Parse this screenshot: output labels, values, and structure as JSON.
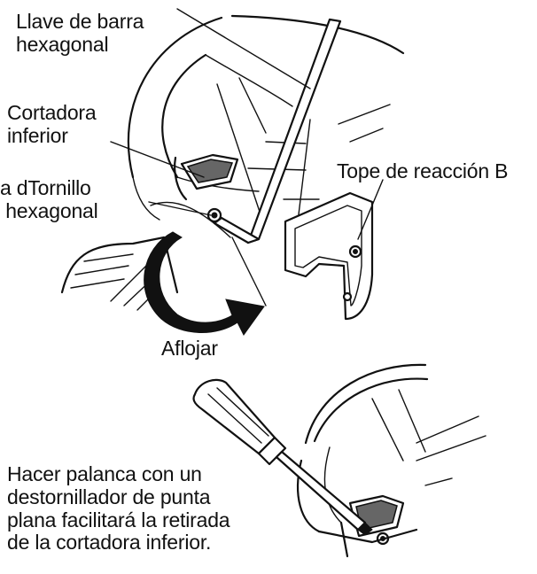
{
  "labels": {
    "hex_wrench": "Llave de barra\nhexagonal",
    "lower_cutter": "Cortadora\ninferior",
    "hex_bolt": "a dTornillo\n hexagonal",
    "reaction_stop": "Tope de reacción B",
    "loosen": "Aflojar",
    "screwdriver_tip": "Hacer palanca con un\ndestornillador de punta\nplana facilitará la retirada\nde la cortadora inferior."
  },
  "icons": {
    "hex_wrench": "hex-key-icon",
    "screwdriver": "flat-screwdriver-icon",
    "loosen_arrow": "counterclockwise-arrow-icon"
  }
}
